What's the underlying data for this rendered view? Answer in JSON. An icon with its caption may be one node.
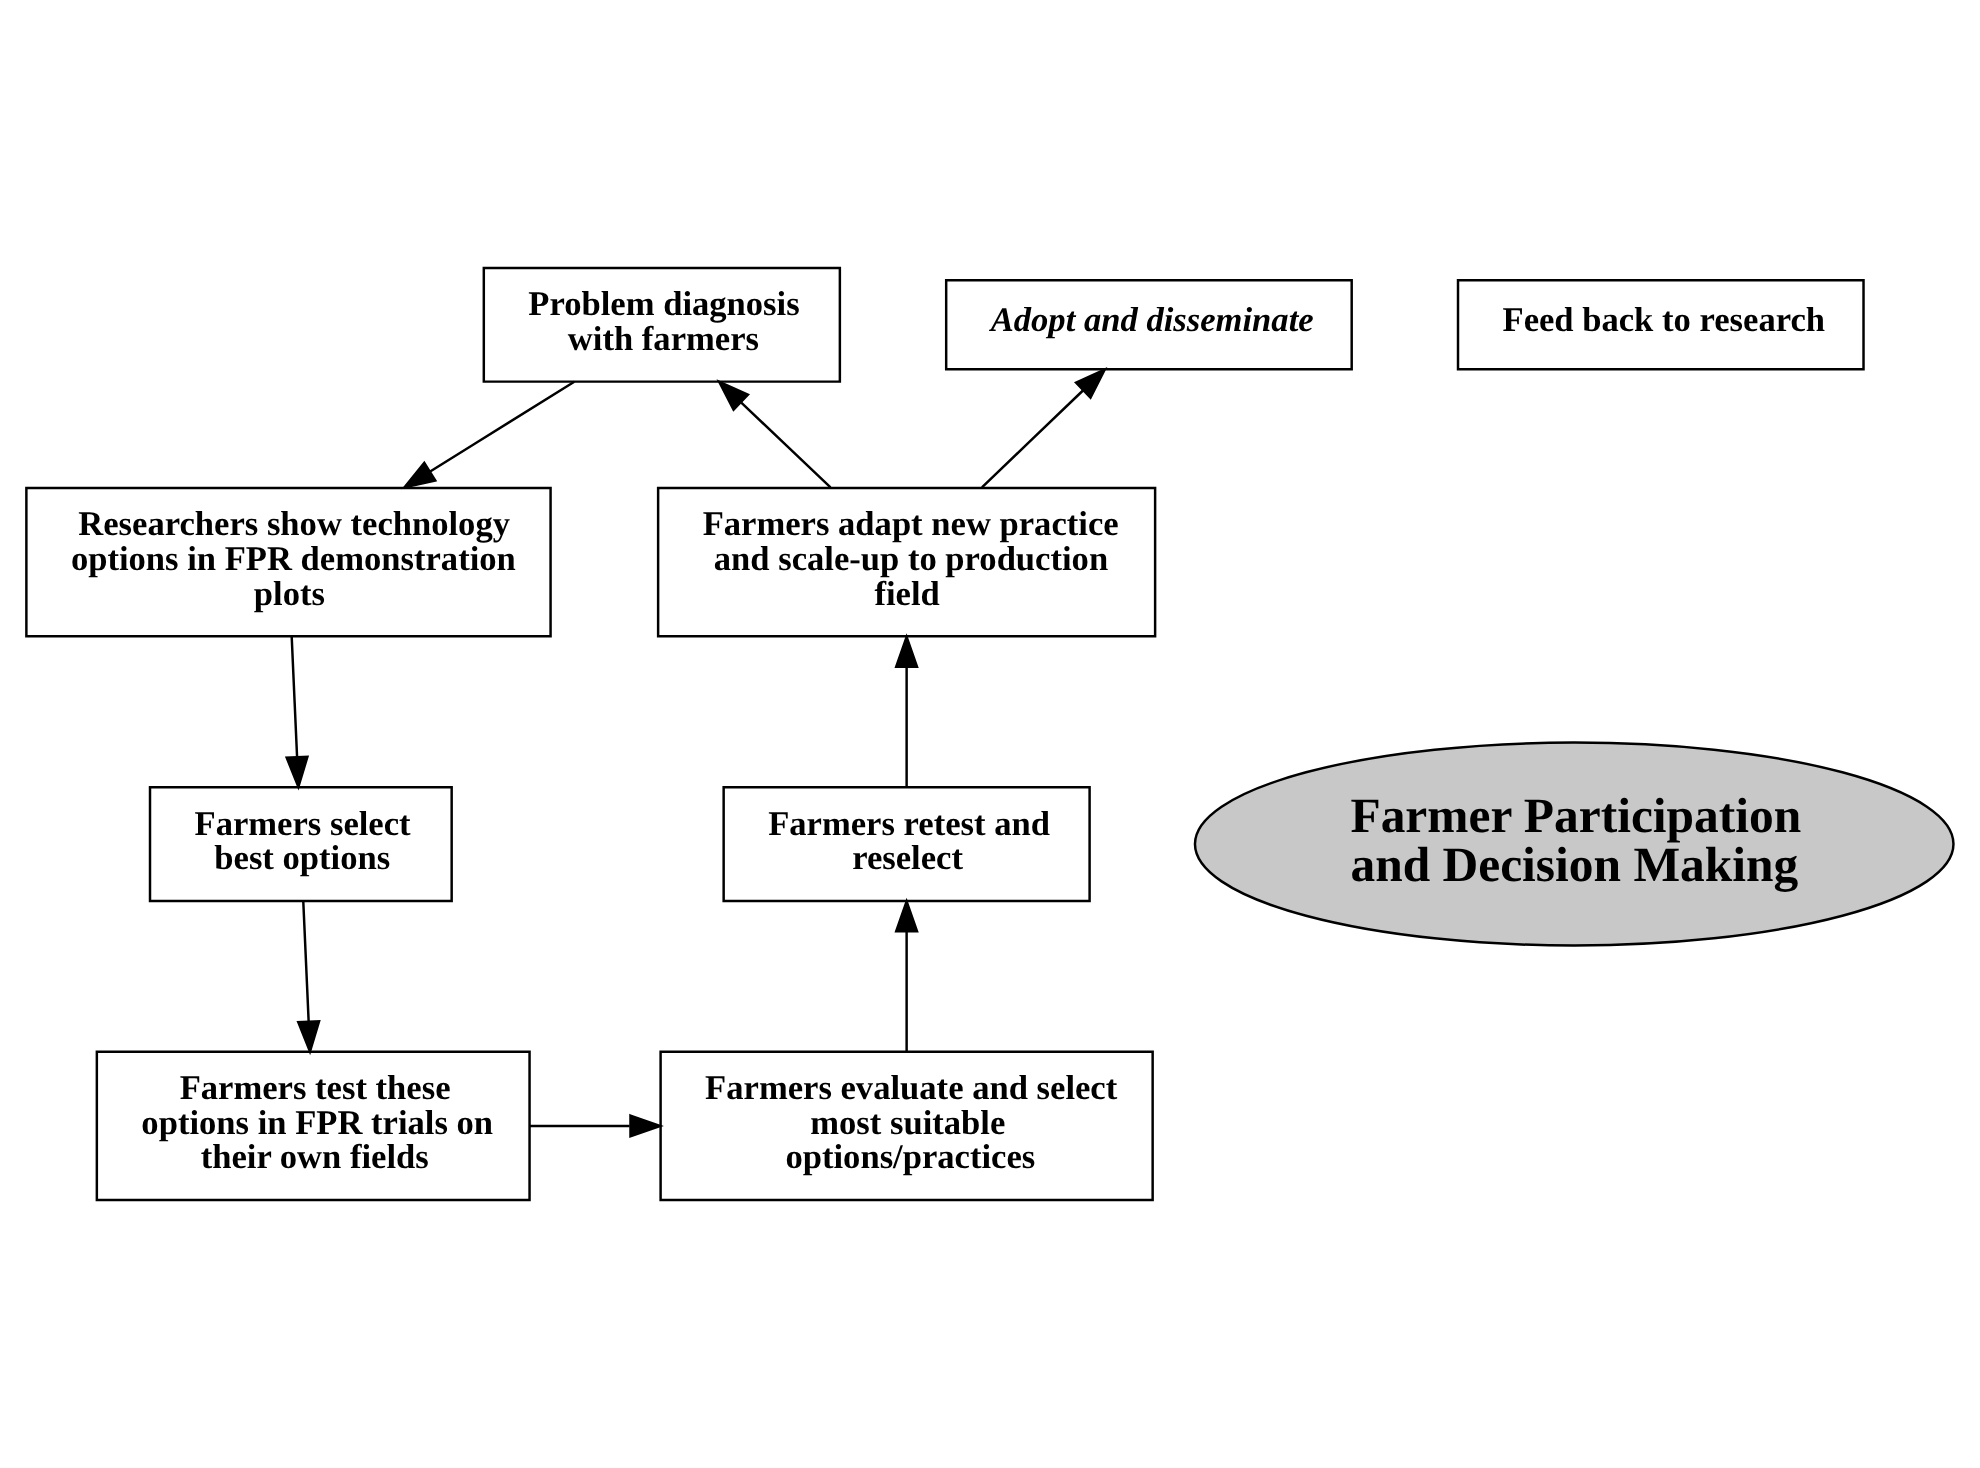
{
  "diagram": {
    "nodes": [
      {
        "text": [
          "Adopt and disseminate"
        ]
      },
      {
        "text": [
          "Feed back to research"
        ]
      },
      {
        "text": [
          "Problem diagnosis with farmers"
        ]
      },
      {
        "text": [
          "Farmers adapt new practice and scale-up to production field"
        ]
      },
      {
        "text": [
          "Researchers show technology options in FPR demonstration plots"
        ]
      },
      {
        "text": [
          "Farmer Participation and Decision Making"
        ]
      },
      {
        "text": [
          "Farmers retest and reselect"
        ]
      },
      {
        "text": [
          "Farmers select best options"
        ]
      },
      {
        "text": [
          "Farmers evaluate and select most suitable options/practices"
        ]
      },
      {
        "text": [
          "Farmers test these options in FPR trials on their own fields"
        ]
      }
    ],
    "edges": [
      {
        "from": 2,
        "to": 4,
        "arrow": "to"
      },
      {
        "from": 4,
        "to": 7,
        "arrow": "to"
      },
      {
        "from": 7,
        "to": 9,
        "arrow": "to"
      },
      {
        "from": 9,
        "to": 8,
        "arrow": "to"
      },
      {
        "from": 8,
        "to": 6,
        "arrow": "to"
      },
      {
        "from": 6,
        "to": 3,
        "arrow": "to"
      },
      {
        "from": 3,
        "to": 2,
        "arrow": "to"
      },
      {
        "from": 3,
        "to": 0,
        "arrow": "to"
      }
    ]
  }
}
